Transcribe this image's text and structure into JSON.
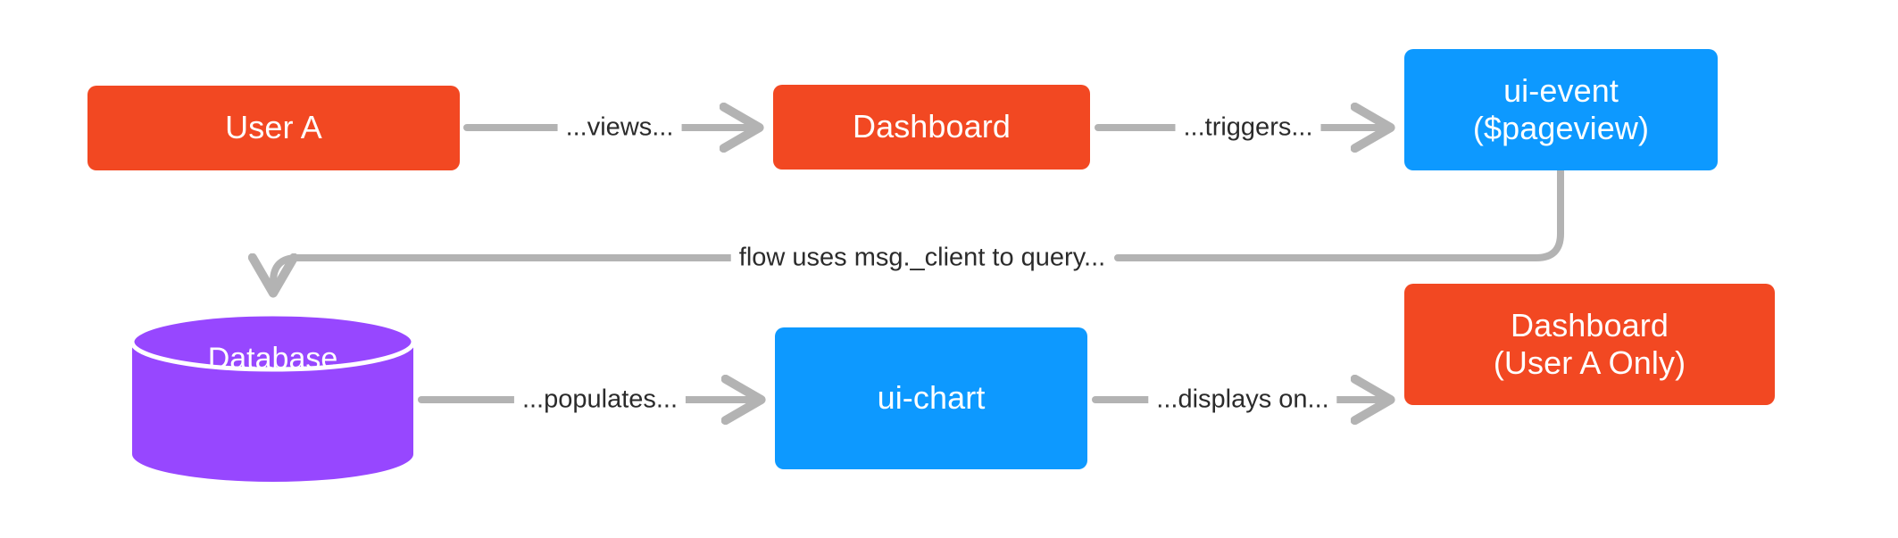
{
  "diagram": {
    "type": "flowchart",
    "direction": "left-to-right",
    "background": "#ffffff",
    "palette": {
      "orange": "#f24822",
      "blue": "#0d99ff",
      "purple": "#9747ff",
      "edge_gray": "#b3b3b3",
      "label_text": "#2b2b2b",
      "node_text": "#ffffff"
    },
    "nodes": [
      {
        "id": "user-a",
        "shape": "rounded-rect",
        "color": "#f24822",
        "lines": [
          "User A"
        ]
      },
      {
        "id": "dashboard-top",
        "shape": "rounded-rect",
        "color": "#f24822",
        "lines": [
          "Dashboard"
        ]
      },
      {
        "id": "ui-event",
        "shape": "rounded-rect",
        "color": "#0d99ff",
        "lines": [
          "ui-event",
          "($pageview)"
        ]
      },
      {
        "id": "database",
        "shape": "cylinder",
        "color": "#9747ff",
        "lines": [
          "Database"
        ]
      },
      {
        "id": "ui-chart",
        "shape": "rounded-rect",
        "color": "#0d99ff",
        "lines": [
          "ui-chart"
        ]
      },
      {
        "id": "dashboard-user-a",
        "shape": "rounded-rect",
        "color": "#f24822",
        "lines": [
          "Dashboard",
          "(User A Only)"
        ]
      }
    ],
    "edges": [
      {
        "id": "e1",
        "from": "user-a",
        "to": "dashboard-top",
        "label": "...views..."
      },
      {
        "id": "e2",
        "from": "dashboard-top",
        "to": "ui-event",
        "label": "...triggers..."
      },
      {
        "id": "e3",
        "from": "ui-event",
        "to": "database",
        "label": "flow uses msg._client to query..."
      },
      {
        "id": "e4",
        "from": "database",
        "to": "ui-chart",
        "label": "...populates..."
      },
      {
        "id": "e5",
        "from": "ui-chart",
        "to": "dashboard-user-a",
        "label": "...displays on..."
      }
    ]
  }
}
